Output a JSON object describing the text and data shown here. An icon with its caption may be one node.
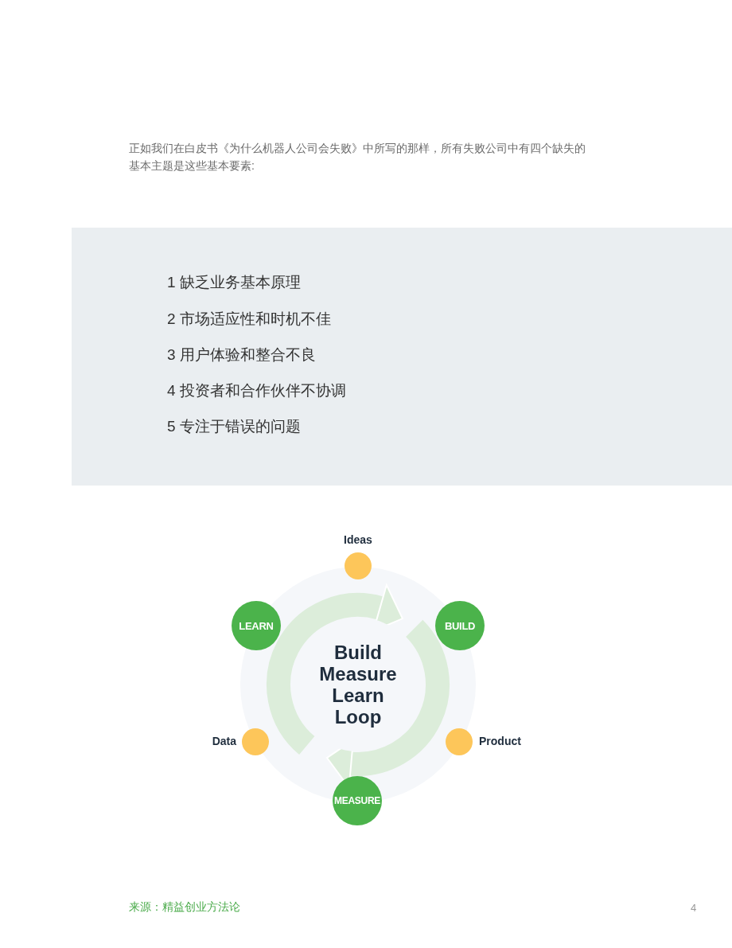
{
  "diagram": {
    "nodes": [
      {
        "text": [
          "Build Measure Learn Loop"
        ]
      },
      {
        "text": [],
        "shape": "circle",
        "beside": [
          "Ideas"
        ]
      },
      {
        "text": [
          "BUILD"
        ]
      },
      {
        "text": [],
        "shape": "circle",
        "beside": [
          "Product"
        ]
      },
      {
        "text": [
          "MEASURE"
        ]
      },
      {
        "text": [],
        "shape": "circle",
        "beside": [
          "Data"
        ]
      },
      {
        "text": [
          "LEARN"
        ]
      }
    ],
    "labels": [
      "正如我们在白皮书《为什么机器人公司会失败》中所写的那样，所有失败公司中有四个缺失的基本主题是这些基本要素:",
      "1 缺乏业务基本原理",
      "2 市场适应性和时机不佳",
      "3 用户体验和整合不良",
      "4 投资者和合作伙伴不协调",
      "5 专注于错误的问题",
      "来源：精益创业方法论",
      "4"
    ]
  }
}
